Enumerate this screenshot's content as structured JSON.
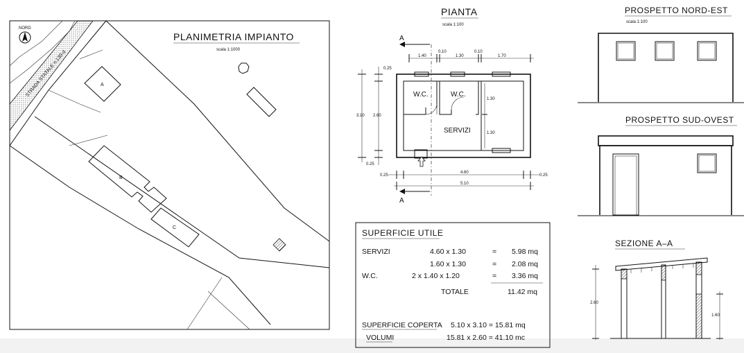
{
  "site_plan": {
    "title": "PLANIMETRIA IMPIANTO",
    "scale": "scala 1:1000",
    "north_label": "NORD",
    "road_label": "STRADA STATALE n.130-d",
    "buildings": [
      "A",
      "B",
      "C"
    ]
  },
  "floor_plan": {
    "title": "PIANTA",
    "scale": "scala 1:100",
    "section_marker": "A",
    "rooms": [
      "W.C.",
      "W.C.",
      "SERVIZI"
    ],
    "dims_top": [
      "1.40",
      "0.10",
      "1.30",
      "0.10",
      "1.70"
    ],
    "dims_left": [
      "3.10",
      "2.60",
      "0.25",
      "0.25"
    ],
    "dims_right": [
      "1.30",
      "1.30"
    ],
    "dims_bottom": [
      "0.25",
      "4.60",
      "0.25",
      "5.10"
    ]
  },
  "elevation_ne": {
    "title": "PROSPETTO NORD-EST",
    "scale": "scala 1:100"
  },
  "elevation_sw": {
    "title": "PROSPETTO SUD-OVEST"
  },
  "section_aa": {
    "title": "SEZIONE A–A",
    "dim_height": "2.60",
    "dim_lower": "1.60"
  },
  "area_table": {
    "title": "SUPERFICIE UTILE",
    "rows": [
      {
        "label": "SERVIZI",
        "calc": "4.60  x  1.30",
        "eq": "=",
        "value": "5.98  mq"
      },
      {
        "label": "",
        "calc": "1.60  x  1.30",
        "eq": "=",
        "value": "2.08  mq"
      },
      {
        "label": "W.C.",
        "calc": "2  x  1.40  x  1.20",
        "eq": "=",
        "value": "3.36  mq"
      }
    ],
    "total_label": "TOTALE",
    "total_value": "11.42  mq",
    "covered_label": "SUPERFICIE COPERTA",
    "covered_calc": "5.10  x  3.10  =  15.81  mq",
    "volume_label": "VOLUMI",
    "volume_calc": "15.81  x  2.60  =  41.10  mc"
  }
}
